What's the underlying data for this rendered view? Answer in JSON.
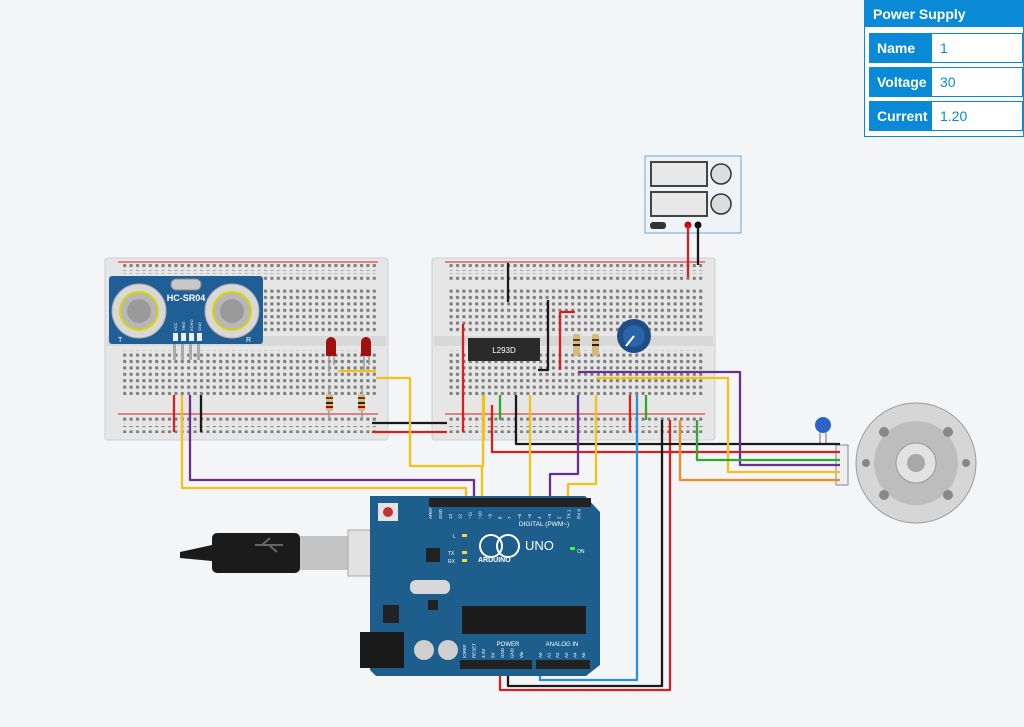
{
  "power_supply_panel": {
    "title": "Power Supply",
    "fields": [
      {
        "label": "Name",
        "value": "1"
      },
      {
        "label": "Voltage",
        "value": "30"
      },
      {
        "label": "Current",
        "value": "1.20"
      }
    ]
  },
  "components": {
    "ultrasonic": {
      "label": "HC-SR04",
      "left": "T",
      "right": "R",
      "pins": [
        "VCC",
        "TRIG",
        "ECHO",
        "GND"
      ]
    },
    "driver_chip": {
      "label": "L293D"
    },
    "arduino": {
      "brand": "ARDUINO",
      "model": "UNO",
      "digital_header": "DIGITAL (PWM~)",
      "power_header": "POWER",
      "analog_header": "ANALOG IN",
      "on_label": "ON",
      "tx_label": "TX",
      "rx_label": "RX",
      "l_label": "L",
      "digital_pins": [
        "AREF",
        "GND",
        "13",
        "12",
        "~11",
        "~10",
        "~9",
        "8",
        "7",
        "~6",
        "~5",
        "4",
        "~3",
        "2",
        "TX 1",
        "RX 0"
      ],
      "power_pins": [
        "IOREF",
        "RESET",
        "3.3V",
        "5V",
        "GND",
        "GND",
        "Vin"
      ],
      "analog_pins": [
        "A0",
        "A1",
        "A2",
        "A3",
        "A4",
        "A5"
      ]
    }
  },
  "colors": {
    "panel_accent": "#0a8ad6",
    "board_blue": "#1e5e8d",
    "wire_red": "#d32020",
    "wire_black": "#1a1a1a",
    "wire_yellow": "#f2c21b",
    "wire_purple": "#6a2e8c",
    "wire_green": "#2ea82e",
    "wire_blue": "#2a8fd6",
    "wire_orange": "#f08a1e"
  }
}
